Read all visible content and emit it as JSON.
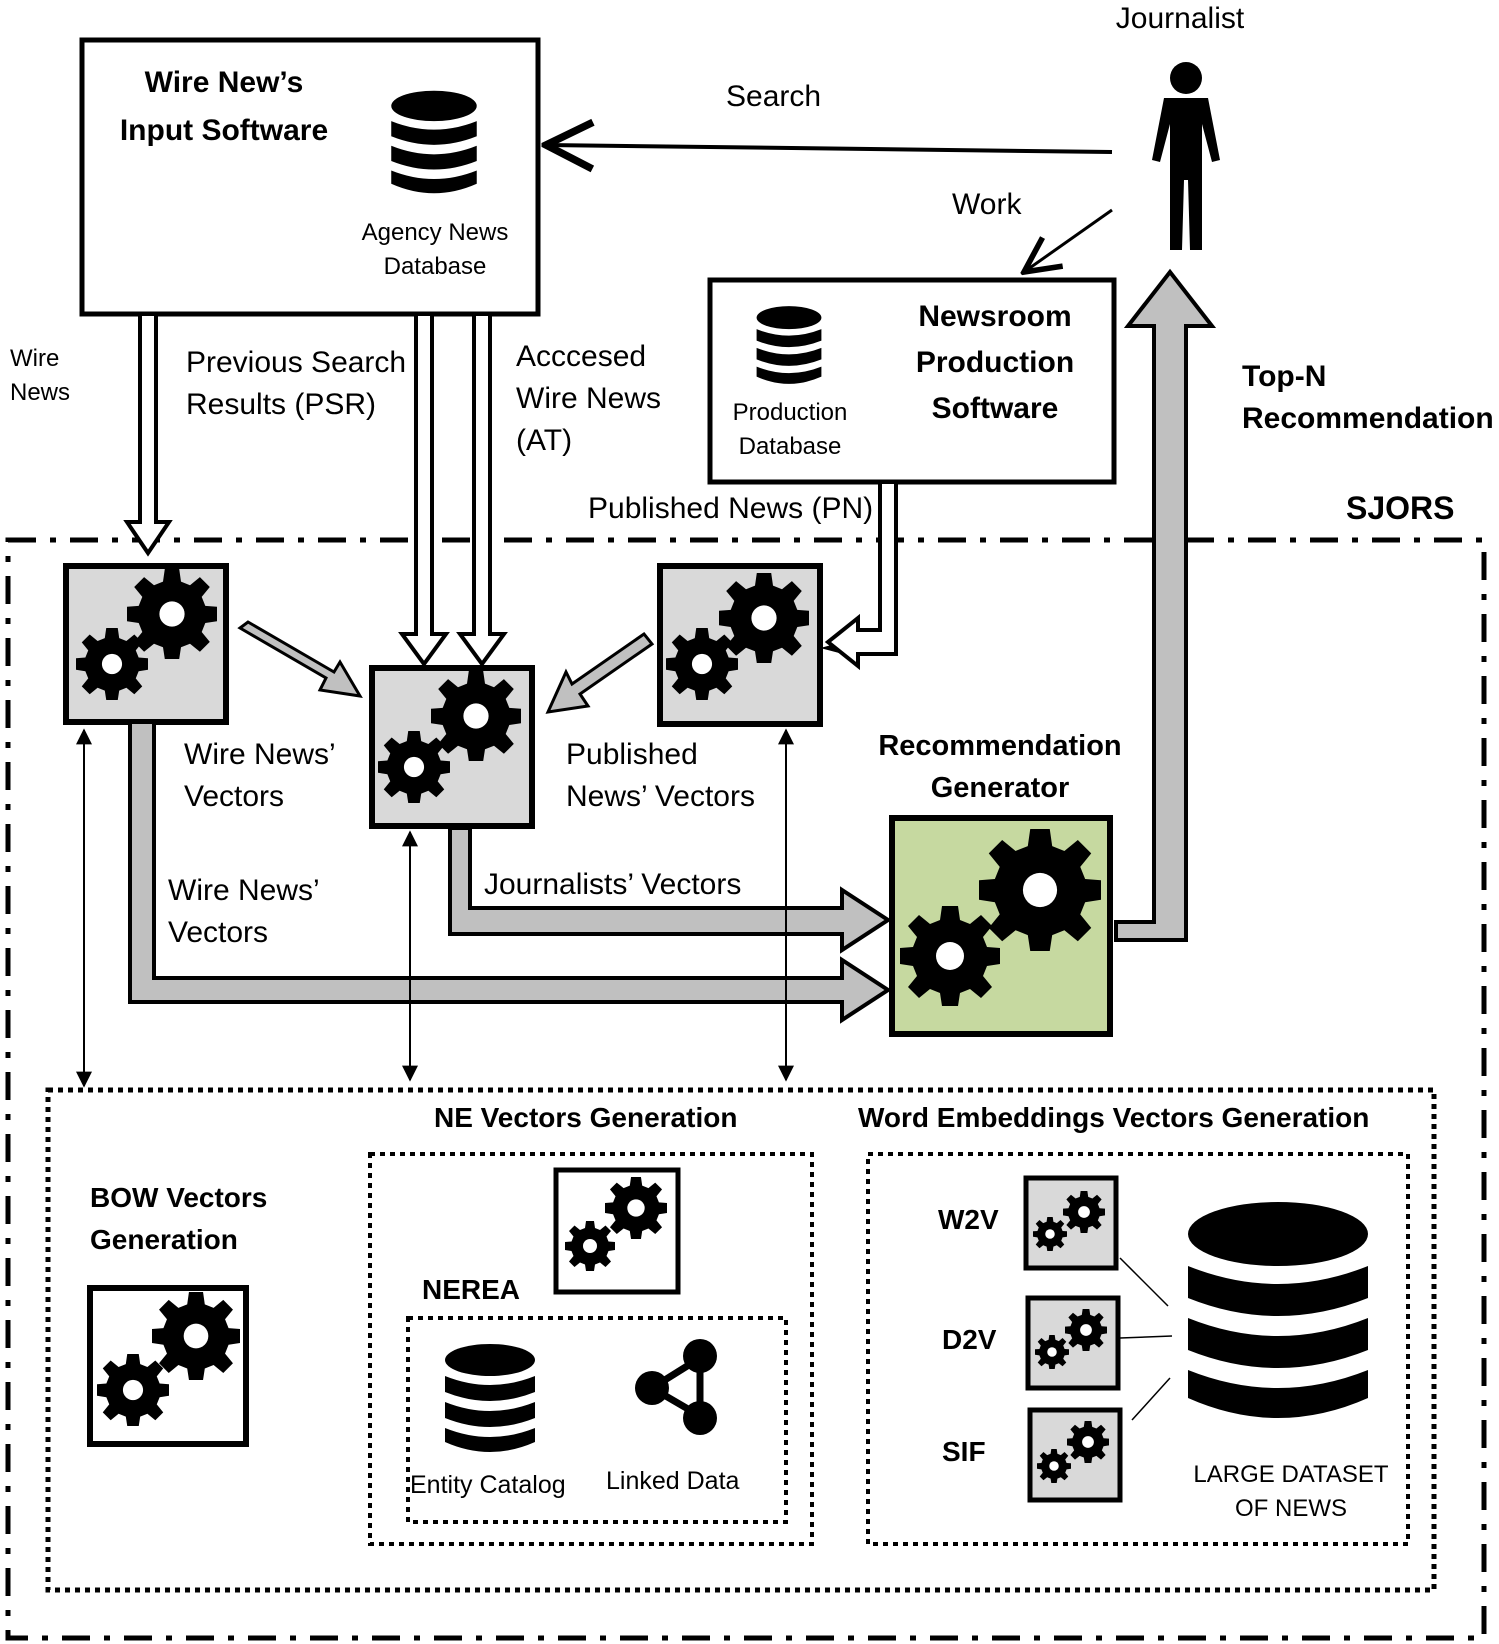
{
  "title": "SJORS",
  "colors": {
    "line": "#000000",
    "gear_box_fill": "#d9d9d9",
    "thick_arrow_fill": "#c0c0c0",
    "recommendation_generator_fill": "#c6d9a0",
    "background": "#ffffff"
  },
  "journalist": {
    "label": "Journalist",
    "icon": "person-icon"
  },
  "wire_input": {
    "title_line1": "Wire New’s",
    "title_line2": "Input Software",
    "db_label_line1": "Agency News",
    "db_label_line2": "Database",
    "icon": "database-icon"
  },
  "newsroom": {
    "title_line1": "Newsroom",
    "title_line2": "Production",
    "title_line3": "Software",
    "db_label_line1": "Production",
    "db_label_line2": "Database",
    "icon": "database-icon"
  },
  "arrows": {
    "search": "Search",
    "work": "Work",
    "wire_news_line1": "Wire",
    "wire_news_line2": "News",
    "psr_line1": "Previous Search",
    "psr_line2": "Results (PSR)",
    "at_line1": "Acccesed",
    "at_line2": "Wire News",
    "at_line3": "(AT)",
    "pn": "Published News (PN)",
    "top_n_line1": "Top-N",
    "top_n_line2": "Recommendation",
    "wire_vectors_line1": "Wire News’",
    "wire_vectors_line2": "Vectors",
    "published_vectors_line1": "Published",
    "published_vectors_line2": "News’ Vectors",
    "journalists_vectors": "Journalists’ Vectors",
    "wire_vectors2_line1": "Wire News’",
    "wire_vectors2_line2": "Vectors"
  },
  "recommendation_generator": {
    "title_line1": "Recommendation",
    "title_line2": "Generator",
    "icon": "gears-icon"
  },
  "vector_generation": {
    "bow": {
      "title_line1": "BOW Vectors",
      "title_line2": "Generation"
    },
    "ne": {
      "title": "NE Vectors Generation",
      "nerea_label": "NEREA",
      "entity_catalog": "Entity Catalog",
      "linked_data": "Linked Data"
    },
    "word_embeddings": {
      "title": "Word Embeddings Vectors Generation",
      "models": [
        "W2V",
        "D2V",
        "SIF"
      ],
      "dataset_line1": "LARGE DATASET",
      "dataset_line2": "OF NEWS"
    }
  }
}
